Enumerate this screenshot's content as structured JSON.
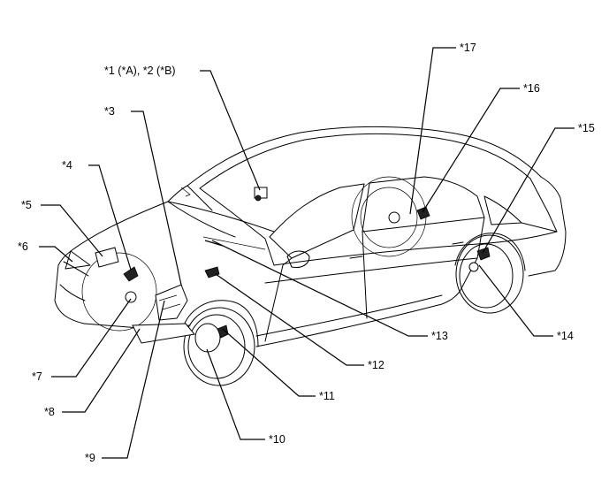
{
  "callouts": {
    "c1": "*1 (*A), *2 (*B)",
    "c3": "*3",
    "c4": "*4",
    "c5": "*5",
    "c6": "*6",
    "c7": "*7",
    "c8": "*8",
    "c9": "*9",
    "c10": "*10",
    "c11": "*11",
    "c12": "*12",
    "c13": "*13",
    "c14": "*14",
    "c15": "*15",
    "c16": "*16",
    "c17": "*17"
  }
}
